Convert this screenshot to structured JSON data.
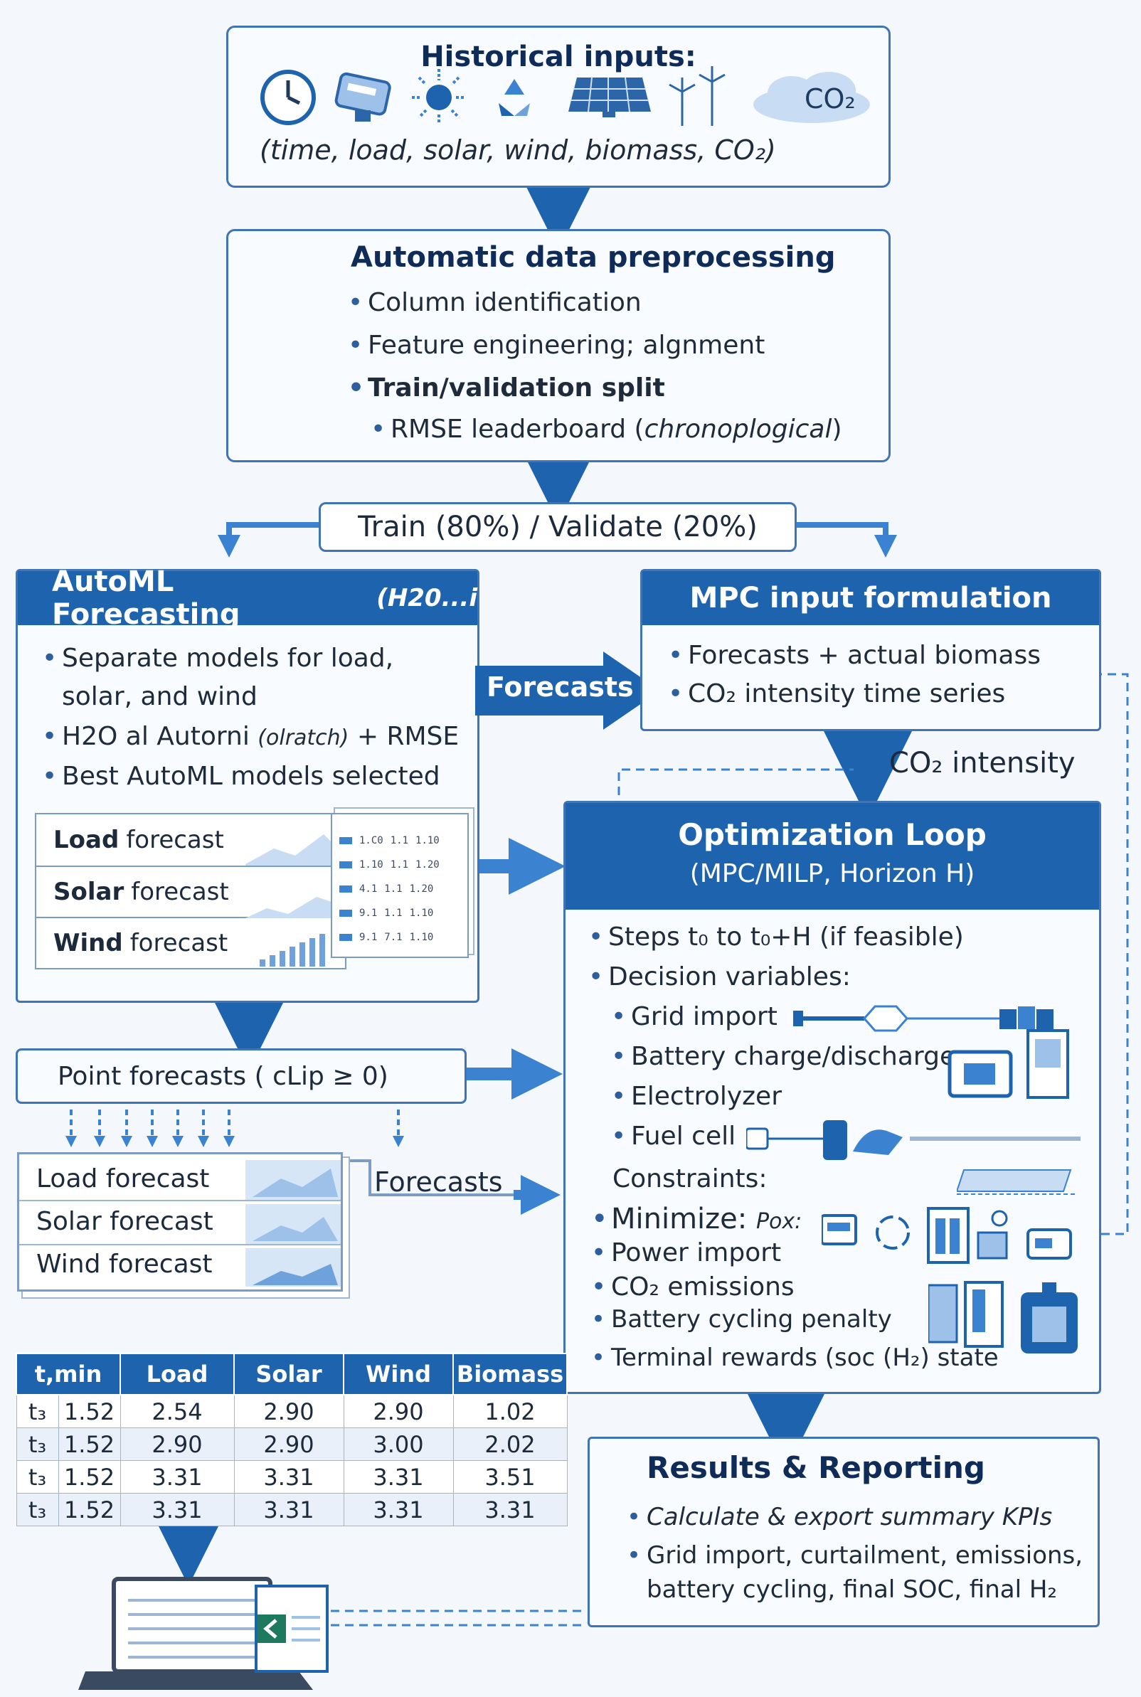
{
  "historical": {
    "title": "Historical inputs:",
    "co2_icon_label": "CO₂",
    "subtitle": "(time, load, solar, wind, biomass, CO₂)"
  },
  "preprocessing": {
    "title": "Automatic data preprocessing",
    "items": [
      "Column identification",
      "Feature engineering; algnment",
      "Train/validation split"
    ],
    "sub_item_prefix": "RMSE leaderboard (",
    "sub_item_italic": "chronoplogical",
    "sub_item_suffix": ")"
  },
  "split": {
    "label": "Train (80%) / Validate (20%)"
  },
  "automl": {
    "title": "AutoML Forecasting",
    "title_suffix": "(H20...i",
    "items": [
      "Separate models for load,",
      "solar, and wind",
      "H2O al Autorni",
      "(olratch)",
      "+ RMSE",
      "Best AutoML models selected"
    ],
    "forecasts": [
      {
        "bold": "Load",
        "rest": "forecast"
      },
      {
        "bold": "Solar",
        "rest": "forecast"
      },
      {
        "bold": "Wind",
        "rest": "forecast"
      }
    ],
    "mini_table": [
      [
        "1.C0",
        "1.1",
        "1.10"
      ],
      [
        "1.10",
        "1.1",
        "1.20"
      ],
      [
        "4.1",
        "1.1",
        "1.20"
      ],
      [
        "9.1",
        "1.1",
        "1.10"
      ],
      [
        "9.1",
        "7.1",
        "1.10"
      ]
    ]
  },
  "forecasts_arrow_label": "Forecasts",
  "mpc": {
    "title": "MPC input formulation",
    "item1": "Forecasts + actual biomass",
    "item2": "CO₂ intensity time series"
  },
  "co2_intensity_label": "CO₂ intensity",
  "optimization": {
    "title": "Optimization Loop",
    "subtitle": "(MPC/MILP, Horizon H)",
    "steps": "Steps t₀ to t₀+H (if feasible)",
    "decision_label": "Decision variables:",
    "decision_items": [
      "Grid import",
      "Battery charge/discharge",
      "Electrolyzer",
      "Fuel cell"
    ],
    "constraints_label": "Constraints:",
    "minimize_label": "Minimize:",
    "minimize_extra": "Pox:",
    "objective_items": [
      "Power import",
      "CO₂ emissions",
      "Battery cycling penalty",
      "Terminal rewards (soc (H₂) state"
    ]
  },
  "point_forecasts": {
    "label": "Point forecasts  ( cLip ≥ 0)"
  },
  "lower_forecasts": [
    "Load forecast",
    "Solar forecast",
    "Wind forecast"
  ],
  "forecasts_label_lower": "Forecasts",
  "data_table": {
    "headers": [
      "t,min",
      "Load",
      "Solar",
      "Wind",
      "Biomass"
    ],
    "rows": [
      [
        "t₃",
        "1.52",
        "2.54",
        "2.90",
        "2.90",
        "1.02"
      ],
      [
        "t₃",
        "1.52",
        "2.90",
        "2.90",
        "3.00",
        "2.02"
      ],
      [
        "t₃",
        "1.52",
        "3.31",
        "3.31",
        "3.31",
        "3.51"
      ],
      [
        "t₃",
        "1.52",
        "3.31",
        "3.31",
        "3.31",
        "3.31"
      ]
    ]
  },
  "results": {
    "title": "Results & Reporting",
    "item1": "Calculate & export summary KPIs",
    "item2_line1": "Grid import, curtailment, emissions,",
    "item2_line2": "battery cycling, final SOC, final H₂"
  },
  "colors": {
    "primary": "#1e63ae",
    "border": "#3f74b6",
    "background": "#f4f7fc"
  }
}
